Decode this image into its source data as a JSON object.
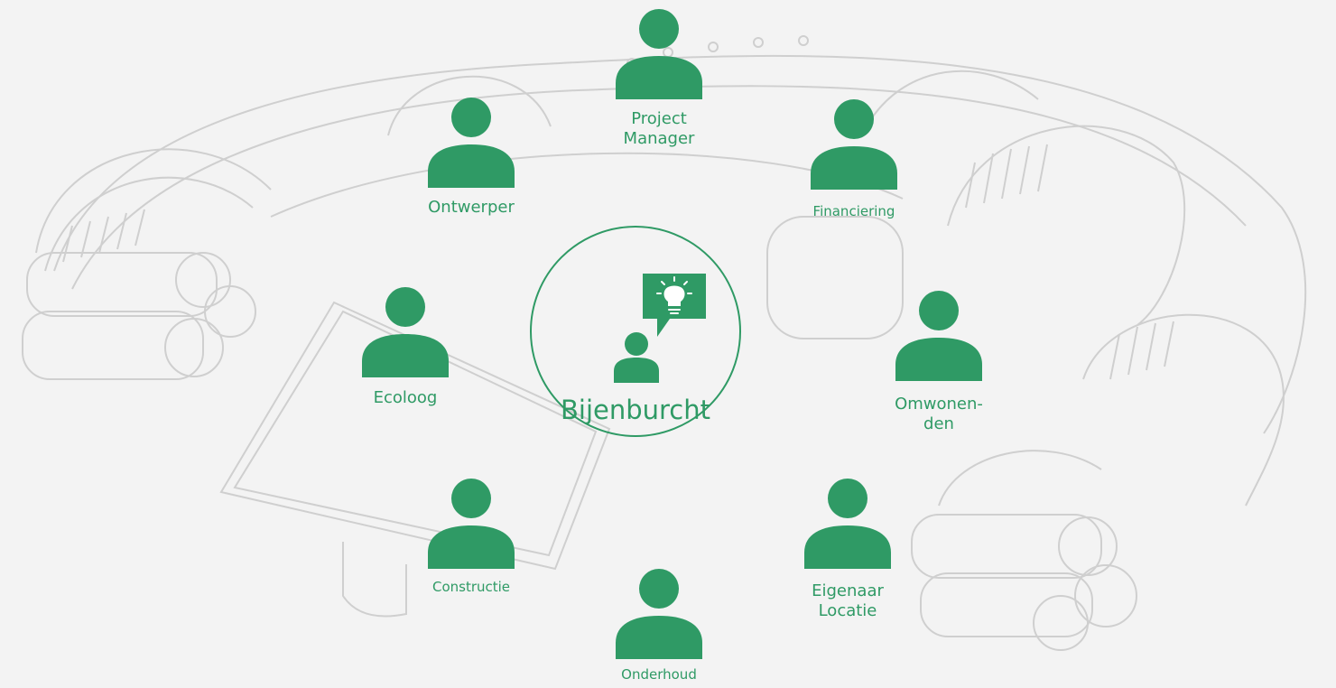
{
  "accent_color": "#2f9a65",
  "center": {
    "title": "Bijenburcht",
    "icon": "idea-person-icon"
  },
  "stakeholders": [
    {
      "id": "project-manager",
      "label": "Project\nManager",
      "icon": "person-icon"
    },
    {
      "id": "ontwerper",
      "label": "Ontwerper",
      "icon": "person-icon"
    },
    {
      "id": "financiering",
      "label": "Financiering",
      "icon": "person-icon"
    },
    {
      "id": "ecoloog",
      "label": "Ecoloog",
      "icon": "person-icon"
    },
    {
      "id": "omwonenden",
      "label": "Omwonen-\nden",
      "icon": "person-icon"
    },
    {
      "id": "constructie",
      "label": "Constructie",
      "icon": "person-icon"
    },
    {
      "id": "eigenaar-locatie",
      "label": "Eigenaar\nLocatie",
      "icon": "person-icon"
    },
    {
      "id": "onderhoud",
      "label": "Onderhoud",
      "icon": "person-icon"
    }
  ]
}
